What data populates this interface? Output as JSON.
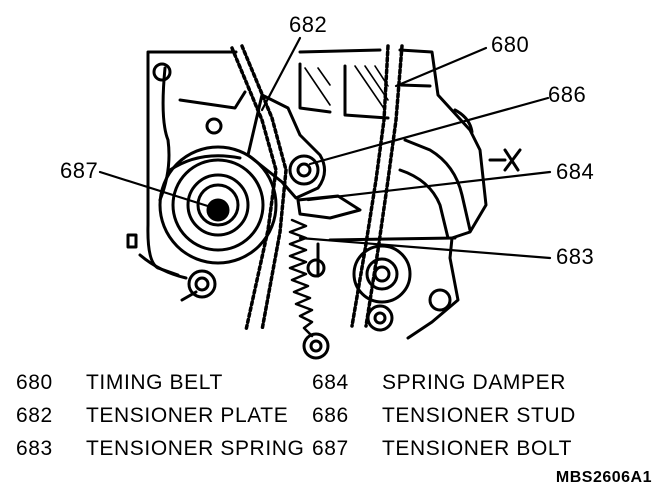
{
  "callouts": {
    "c682": "682",
    "c680": "680",
    "c686": "686",
    "c687": "687",
    "c684": "684",
    "c683": "683"
  },
  "legend": [
    {
      "num": "680",
      "label": "TIMING BELT"
    },
    {
      "num": "682",
      "label": "TENSIONER PLATE"
    },
    {
      "num": "683",
      "label": "TENSIONER SPRING"
    },
    {
      "num": "684",
      "label": "SPRING DAMPER"
    },
    {
      "num": "686",
      "label": "TENSIONER STUD"
    },
    {
      "num": "687",
      "label": "TENSIONER BOLT"
    }
  ],
  "figure_code": "MBS2606A1"
}
